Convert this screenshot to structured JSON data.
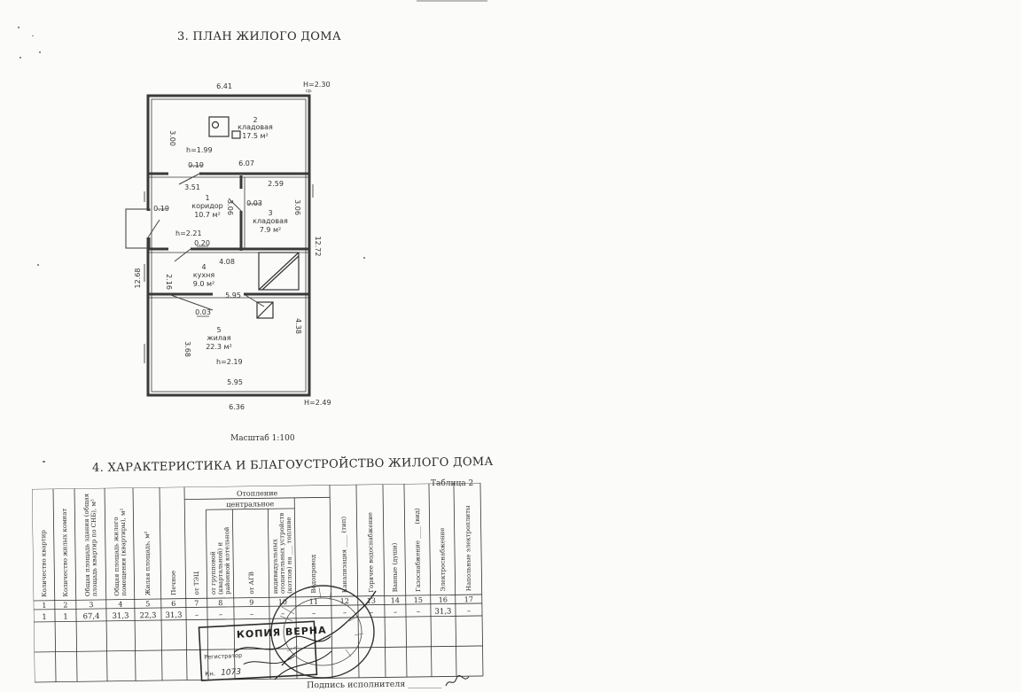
{
  "sections": {
    "plan_title": "3. ПЛАН ЖИЛОГО ДОМА",
    "scale": "Масштаб 1:100",
    "table_title": "4. ХАРАКТЕРИСТИКА И БЛАГОУСТРОЙСТВО ЖИЛОГО ДОМА",
    "table_label": "Таблица 2"
  },
  "plan": {
    "dims": {
      "top": "6.41",
      "h_top": "Н=2.30",
      "h_top_sub": "ср.",
      "left_storage": "3.00",
      "h_storage": "h=1.99",
      "d019a": "0.19",
      "d607": "6.07",
      "d351": "3.51",
      "d259": "2.59",
      "d019b": "0.19",
      "d003a": "0.03",
      "d306a": "3.06",
      "d306b": "3.06",
      "h_corr": "h=2.21",
      "d020": "0.20",
      "d408": "4.08",
      "right": "12.72",
      "left_total": "12.68",
      "d216": "2.16",
      "d595a": "5.95",
      "d003b": "0.03",
      "d438": "4.38",
      "d368": "3.68",
      "h_living": "h=2.19",
      "d595b": "5.95",
      "bottom": "6.36",
      "h_bottom": "Н=2.49"
    },
    "rooms": [
      {
        "num": "2",
        "name": "кладовая",
        "area": "17.5 м²"
      },
      {
        "num": "1",
        "name": "коридор",
        "area": "10.7 м²"
      },
      {
        "num": "3",
        "name": "кладовая",
        "area": "7.9 м²"
      },
      {
        "num": "4",
        "name": "кухня",
        "area": "9.0 м²"
      },
      {
        "num": "5",
        "name": "жилая",
        "area": "22.3 м²"
      }
    ]
  },
  "table": {
    "headers": [
      "Количество квартир",
      "Количество жилых комнат",
      "Общая площадь здания (общая площадь квартир по СНБ), м²",
      "Общая площадь жилого помещения (квартиры), м²",
      "Жилая площадь, м²",
      "Печное",
      "от ТЭЦ",
      "от групповой (квартальной) и районной котельной",
      "от АГВ",
      "индивидуальных отопительных устройств (котлов) на ___ топливе",
      "Водопровод",
      "Канализация ____ (тип)",
      "Горячее водоснабжение",
      "Ванные (души)",
      "Газоснабжение ____ (вид)",
      "Электроснабжение",
      "Напольные электроплиты"
    ],
    "group_heating": "Отопление",
    "group_central": "центральное",
    "col_numbers": [
      "1",
      "2",
      "3",
      "4",
      "5",
      "6",
      "7",
      "8",
      "9",
      "10",
      "11",
      "12",
      "13",
      "14",
      "15",
      "16",
      "17"
    ],
    "row": [
      "1",
      "1",
      "67,4",
      "31,3",
      "22,3",
      "31,3",
      "–",
      "–",
      "–",
      "–",
      "–",
      "–",
      "–",
      "–",
      "–",
      "31,3",
      "–"
    ]
  },
  "stamp": {
    "copy": "КОПИЯ ВЕРНА",
    "registrator": "Регистратор",
    "kn": "Кн.",
    "kn_value": "1073"
  },
  "signature": {
    "label": "Подпись исполнителя",
    "line": "________"
  }
}
